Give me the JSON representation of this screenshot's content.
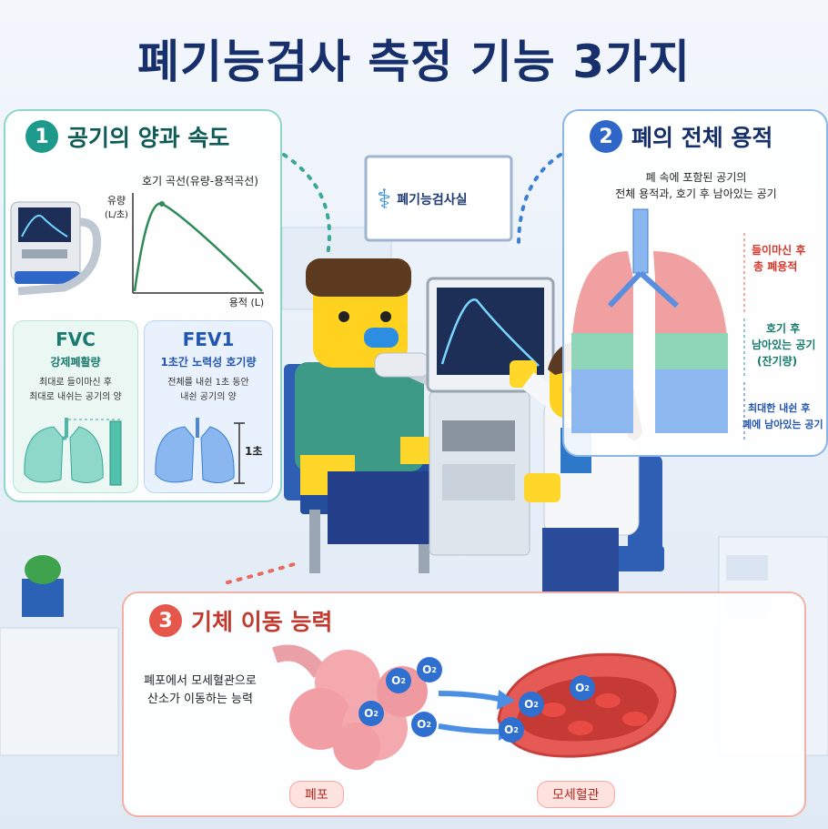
{
  "title": "폐기능검사 측정 기능 3가지",
  "scene": {
    "room_sign": "폐기능검사실"
  },
  "section1": {
    "number": "1",
    "heading": "공기의 양과 속도",
    "curve_title": "호기 곡선(유량-용적곡선)",
    "y_axis_label_top": "유량",
    "y_axis_label_unit": "(L/초)",
    "x_axis_label": "용적 (L)",
    "fvc": {
      "name": "FVC",
      "korean": "강제폐활량",
      "desc_line1": "최대로 들이마신 후",
      "desc_line2": "최대로 내쉬는 공기의 양"
    },
    "fev1": {
      "name": "FEV1",
      "korean": "1초간 노력성 호기량",
      "desc_line1": "전체를 내쉰 1초 동안",
      "desc_line2": "내쉰 공기의 양",
      "time_label": "1초"
    }
  },
  "section2": {
    "number": "2",
    "heading": "폐의 전체 용적",
    "desc_line1": "폐 속에 포함된 공기의",
    "desc_line2": "전체 용적과, 호기 후 남아있는 공기",
    "label_total_line1": "들이마신 후",
    "label_total_line2": "총 폐용적",
    "label_residual_line1": "호기 후",
    "label_residual_line2": "남아있는 공기",
    "label_residual_line3": "(잔기량)",
    "label_max_line1": "최대한 내쉰 후",
    "label_max_line2": "폐에 남아있는 공기"
  },
  "section3": {
    "number": "3",
    "heading": "기체 이동 능력",
    "desc_line1": "폐포에서 모세혈관으로",
    "desc_line2": "산소가 이동하는 능력",
    "o2_label": "O",
    "o2_sub": "2",
    "alveoli_label": "폐포",
    "capillary_label": "모세혈관"
  },
  "colors": {
    "title": "#17306b",
    "teal": "#1e9a8c",
    "blue": "#2f67c8",
    "red": "#e4574a",
    "monitor_screen": "#1d2f57",
    "curve": "#2e8b57"
  }
}
